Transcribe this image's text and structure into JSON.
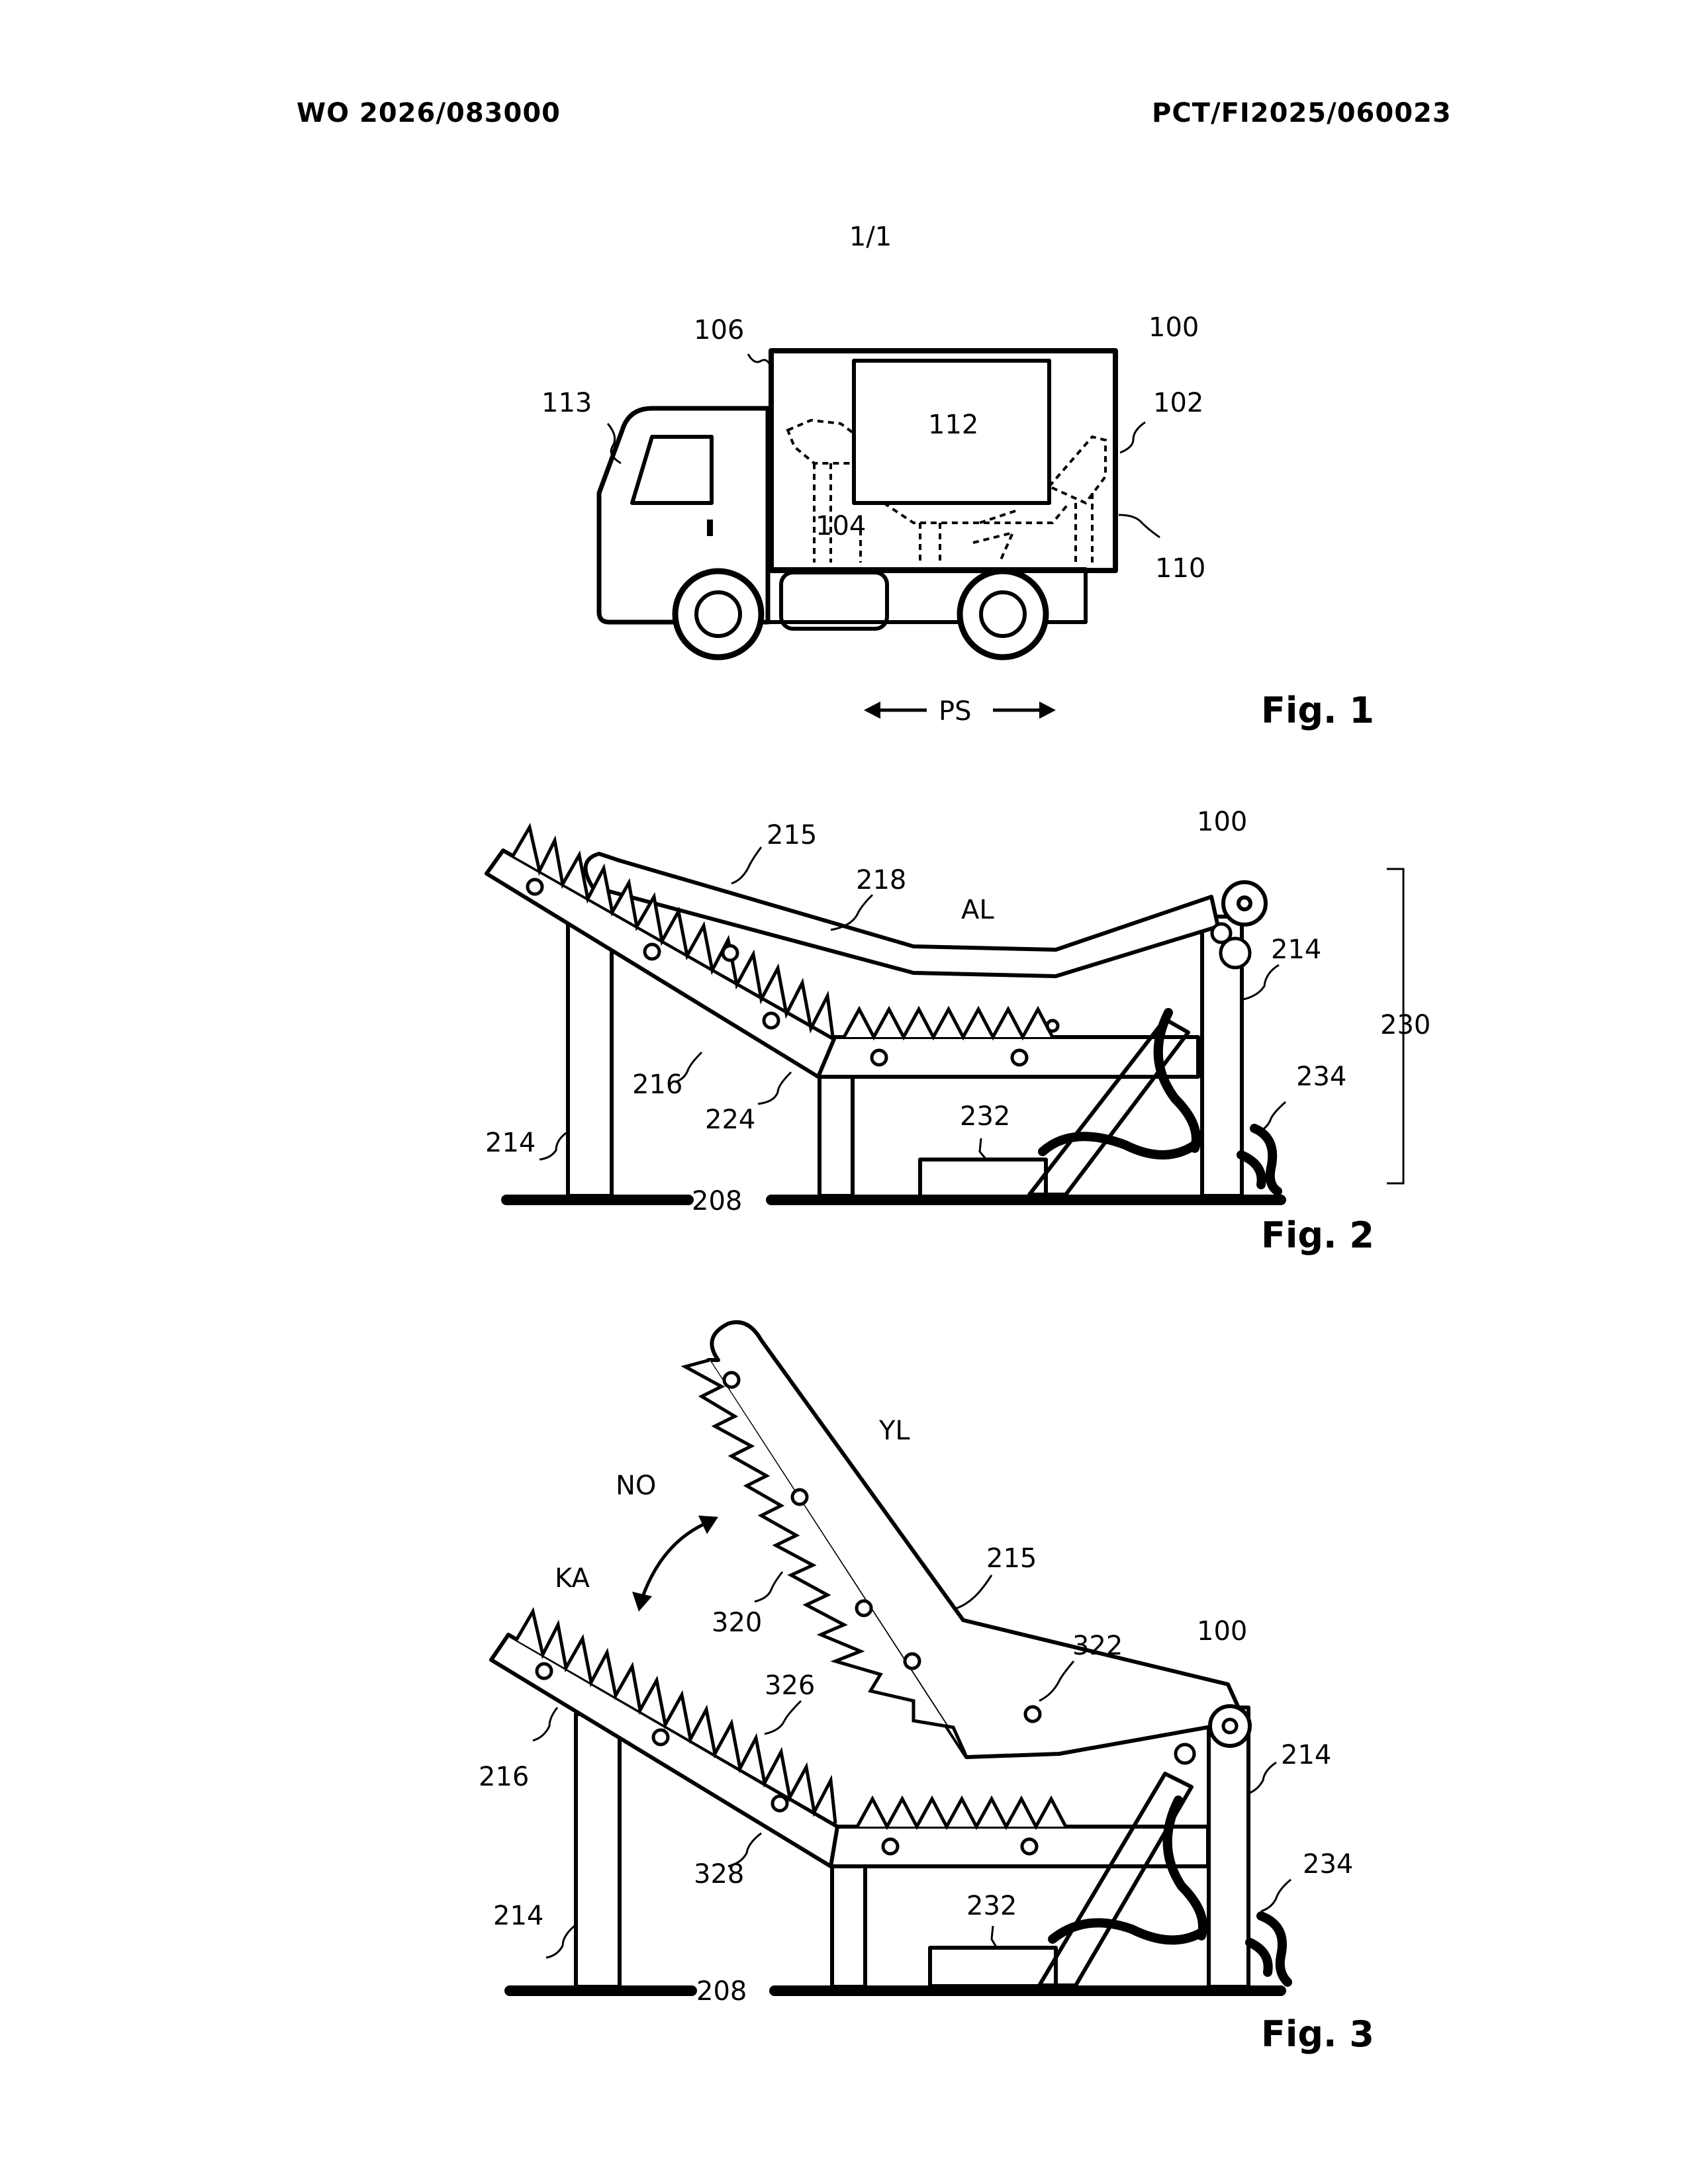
{
  "header": {
    "publication_number": "WO 2026/083000",
    "application_number": "PCT/FI2025/060023",
    "sheet_number": "1/1"
  },
  "figures": [
    {
      "caption": "Fig. 1",
      "labels": {
        "l100": "100",
        "l102": "102",
        "l104": "104",
        "l106": "106",
        "l110": "110",
        "l112": "112",
        "l113": "113",
        "lPS": "PS"
      }
    },
    {
      "caption": "Fig. 2",
      "labels": {
        "l100": "100",
        "l208": "208",
        "l214a": "214",
        "l214b": "214",
        "l215": "215",
        "l216": "216",
        "l218": "218",
        "l224": "224",
        "l230": "230",
        "l232": "232",
        "l234": "234",
        "lAL": "AL"
      }
    },
    {
      "caption": "Fig. 3",
      "labels": {
        "l100": "100",
        "l208": "208",
        "l214a": "214",
        "l214b": "214",
        "l215": "215",
        "l216": "216",
        "l232": "232",
        "l234": "234",
        "l320": "320",
        "l322": "322",
        "l326": "326",
        "l328": "328",
        "lYL": "YL",
        "lNO": "NO",
        "lKA": "KA"
      }
    }
  ]
}
